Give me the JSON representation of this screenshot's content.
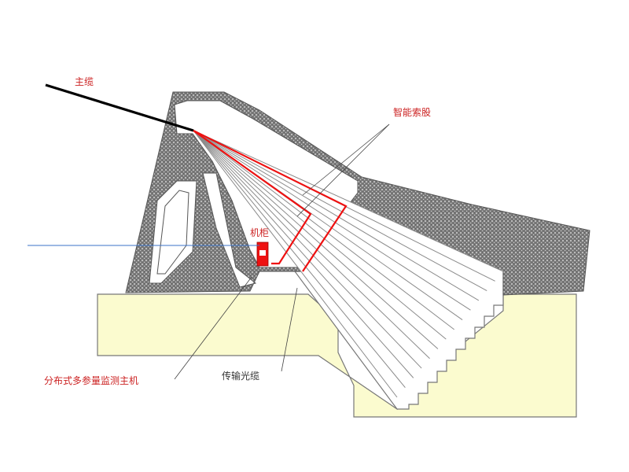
{
  "labels": {
    "main_cable": "主缆",
    "smart_cable": "智能索股",
    "cabinet": "机柜",
    "host": "分布式多参量监测主机",
    "transmission_cable": "传输光缆"
  },
  "colors": {
    "background": "#ffffff",
    "foundation": "#fbfbcf",
    "foundation_stroke": "#777777",
    "concrete": "#8a8a8a",
    "main_cable": "#000000",
    "smart_strand": "#ee1111",
    "strand": "#8a8a8a",
    "water_line": "#3b73c8",
    "leader": "#444444",
    "label_red": "#cc2222",
    "label_dark": "#333333"
  },
  "strand_count": 14
}
